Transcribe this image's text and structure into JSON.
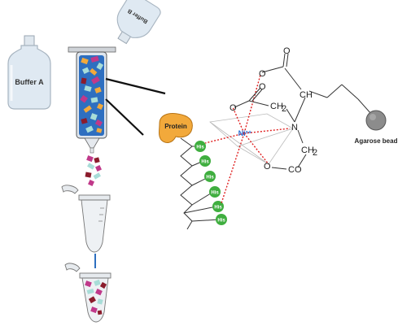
{
  "labels": {
    "buffer_a": "Buffer A",
    "buffer_b": "Buffer B",
    "protein": "Protein",
    "his": "His",
    "agarose_bead": "Agarose bead",
    "metal_ion": "Ni²⁺",
    "atom_o": "O",
    "atom_n": "N",
    "group_ch": "CH",
    "group_ch2": "CH",
    "sub_2": "2",
    "group_co": "CO"
  },
  "colors": {
    "column_blue": "#2e6fc0",
    "protein_orange": "#f2a93b",
    "his_green": "#3fae3f",
    "bead_gray": "#8c8c8c",
    "coordination_red": "#e02020",
    "ni_blue": "#2a6fd6",
    "magenta": "#c0398a",
    "teal": "#a8ddd8",
    "dark_red": "#8b1c2c"
  },
  "icons": {
    "bottle_a": "bottle-icon",
    "bottle_b": "tilted-bottle-icon",
    "column": "chromatography-column-icon",
    "tube": "microcentrifuge-tube-icon"
  }
}
